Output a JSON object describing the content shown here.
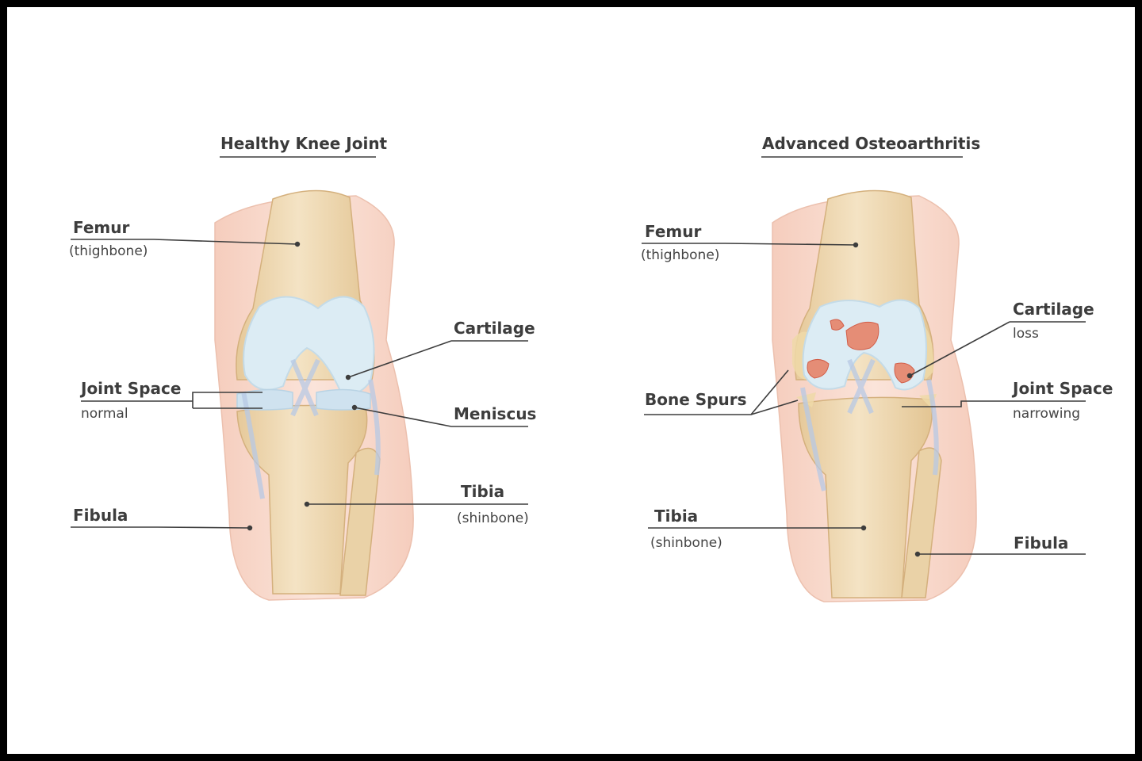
{
  "healthy": {
    "title": "Healthy Knee Joint",
    "femur": "Femur",
    "femur_sub": "(thighbone)",
    "cartilage": "Cartilage",
    "joint_space": "Joint Space",
    "joint_space_sub": "normal",
    "meniscus": "Meniscus",
    "tibia": "Tibia",
    "tibia_sub": "(shinbone)",
    "fibula": "Fibula"
  },
  "arthritis": {
    "title": "Advanced Osteoarthritis",
    "femur": "Femur",
    "femur_sub": "(thighbone)",
    "cartilage": "Cartilage",
    "cartilage_sub": "loss",
    "bone_spurs": "Bone Spurs",
    "joint_space": "Joint Space",
    "joint_space_sub": "narrowing",
    "tibia": "Tibia",
    "tibia_sub": "(shinbone)",
    "fibula": "Fibula"
  },
  "colors": {
    "frame": "#000000",
    "skin": "#f8d9cc",
    "bone": "#efd9b2",
    "cartilage": "#dcecf4",
    "ligament": "#b7c8e4",
    "damage": "#d9604c",
    "line": "#3d3d3d"
  }
}
